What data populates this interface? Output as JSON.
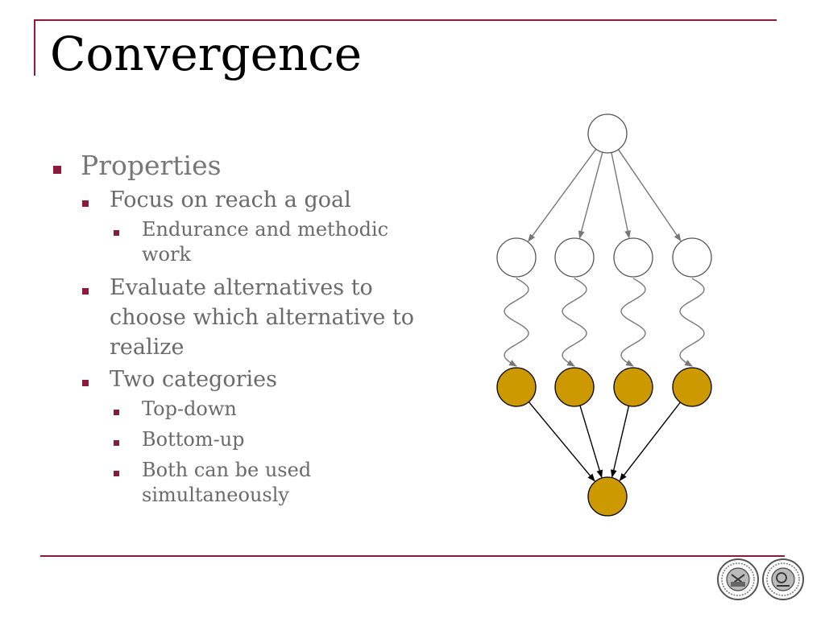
{
  "slide": {
    "title": "Convergence",
    "bullets": [
      {
        "level": 1,
        "text": "Properties"
      },
      {
        "level": 2,
        "text": "Focus on reach a goal"
      },
      {
        "level": 3,
        "text": "Endurance and methodic work"
      },
      {
        "level": 2,
        "text": "Evaluate alternatives to choose which alternative to realize"
      },
      {
        "level": 2,
        "text": "Two categories"
      },
      {
        "level": 3,
        "text": "Top-down"
      },
      {
        "level": 3,
        "text": "Bottom-up"
      },
      {
        "level": 3,
        "text": "Both can be used simultaneously"
      }
    ]
  },
  "colors": {
    "accent": "#8b1a3c",
    "filled_node": "#cc9900",
    "empty_node": "#ffffff",
    "arrow_gray": "#777777",
    "arrow_black": "#000000"
  },
  "diagram": {
    "nodes": [
      {
        "id": "root",
        "fill": "empty"
      },
      {
        "id": "branch-1",
        "fill": "empty"
      },
      {
        "id": "branch-2",
        "fill": "empty"
      },
      {
        "id": "branch-3",
        "fill": "empty"
      },
      {
        "id": "branch-4",
        "fill": "empty"
      },
      {
        "id": "result-1",
        "fill": "filled"
      },
      {
        "id": "result-2",
        "fill": "filled"
      },
      {
        "id": "result-3",
        "fill": "filled"
      },
      {
        "id": "result-4",
        "fill": "filled"
      },
      {
        "id": "goal",
        "fill": "filled"
      }
    ],
    "edges": [
      {
        "from": "root",
        "to": "branch-1",
        "style": "arrow-gray"
      },
      {
        "from": "root",
        "to": "branch-2",
        "style": "arrow-gray"
      },
      {
        "from": "root",
        "to": "branch-3",
        "style": "arrow-gray"
      },
      {
        "from": "root",
        "to": "branch-4",
        "style": "arrow-gray"
      },
      {
        "from": "branch-1",
        "to": "result-1",
        "style": "wavy"
      },
      {
        "from": "branch-2",
        "to": "result-2",
        "style": "wavy"
      },
      {
        "from": "branch-3",
        "to": "result-3",
        "style": "wavy"
      },
      {
        "from": "branch-4",
        "to": "result-4",
        "style": "wavy"
      },
      {
        "from": "result-1",
        "to": "goal",
        "style": "arrow-black"
      },
      {
        "from": "result-2",
        "to": "goal",
        "style": "arrow-black"
      },
      {
        "from": "result-3",
        "to": "goal",
        "style": "arrow-black"
      },
      {
        "from": "result-4",
        "to": "goal",
        "style": "arrow-black"
      }
    ]
  },
  "logos": [
    {
      "name": "university-seal-left"
    },
    {
      "name": "university-seal-right"
    }
  ]
}
